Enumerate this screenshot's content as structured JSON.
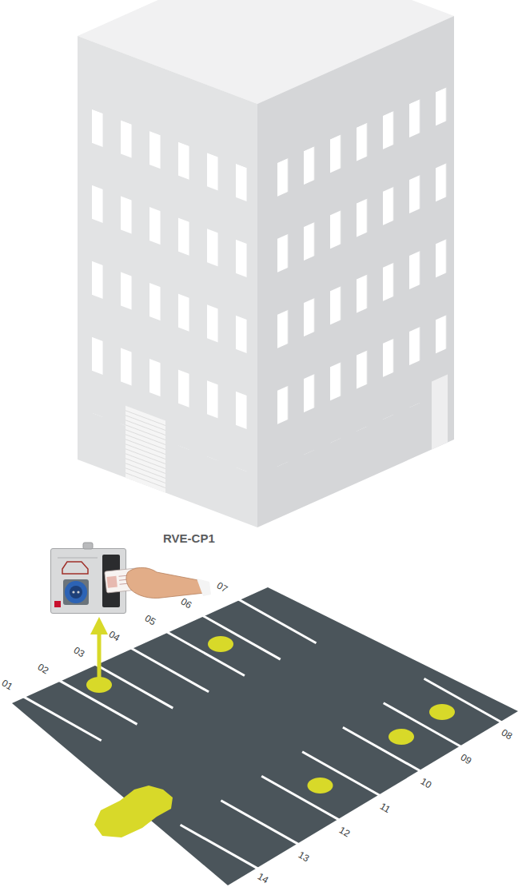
{
  "diagram": {
    "nodes": [
      {
        "text": [
          "RVE-CP1"
        ]
      }
    ],
    "labels": [
      "01",
      "02",
      "03",
      "04",
      "05",
      "06",
      "07",
      "08",
      "09",
      "10",
      "11",
      "12",
      "13",
      "14"
    ]
  }
}
